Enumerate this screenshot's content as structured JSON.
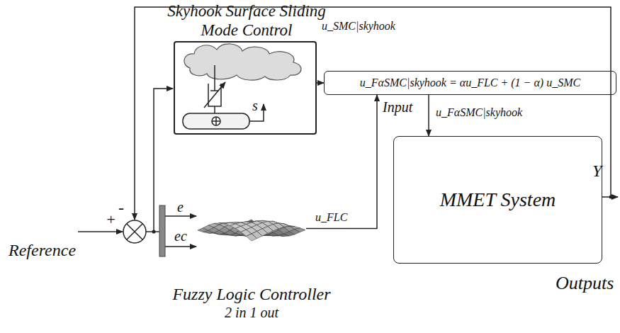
{
  "diagram": {
    "nodes": [
      {
        "text": [
          "Skyhook Surface Sliding Mode Control"
        ]
      },
      {
        "text": [
          "u_FαSMC|skyhook = αu_FLC + (1 − α) u_SMC"
        ]
      },
      {
        "text": [
          "Fuzzy Logic Controller",
          "2 in 1 out"
        ]
      },
      {
        "text": [
          "MMET System"
        ]
      }
    ],
    "edges": [
      {
        "from": 0,
        "to": 1,
        "arrow": "to",
        "label": "u_SMC|skyhook"
      },
      {
        "from": 2,
        "to": 1,
        "arrow": "to",
        "label": "u_FLC"
      },
      {
        "from": 1,
        "to": 3,
        "arrow": "to",
        "label": "u_FαSMC|skyhook"
      }
    ],
    "labels": [
      "s",
      "-",
      "+",
      "Reference",
      "e",
      "ec",
      "Input",
      "Y",
      "Outputs"
    ]
  }
}
